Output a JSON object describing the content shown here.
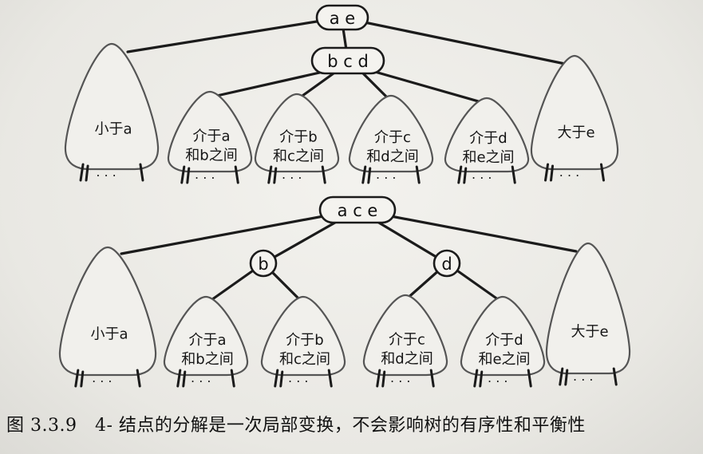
{
  "top_tree": {
    "root": "a e",
    "child": "b c d",
    "subtrees": [
      "小于a",
      "介于a\n和b之间",
      "介于b\n和c之间",
      "介于c\n和d之间",
      "介于d\n和e之间",
      "大于e"
    ]
  },
  "bottom_tree": {
    "root": "a c e",
    "left_child": "b",
    "right_child": "d",
    "subtrees": [
      "小于a",
      "介于a\n和b之间",
      "介于b\n和c之间",
      "介于c\n和d之间",
      "介于d\n和e之间",
      "大于e"
    ]
  },
  "subtree_dots": "· · ·",
  "caption": "图 3.3.9　4- 结点的分解是一次局部变换，不会影响树的有序性和平衡性"
}
